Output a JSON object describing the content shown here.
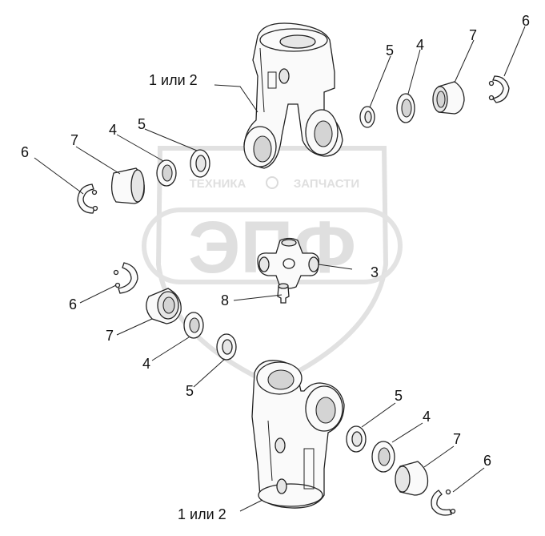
{
  "watermark": {
    "top_left": "ТЕХНИКА",
    "top_right": "ЗАПЧАСТИ",
    "main": "ЭПФ"
  },
  "callouts": [
    {
      "id": "yoke-top",
      "text": "1 или 2"
    },
    {
      "id": "ring-tr",
      "text": "6"
    },
    {
      "id": "bearing-tr",
      "text": "7"
    },
    {
      "id": "seal-tr",
      "text": "4"
    },
    {
      "id": "washer-tr",
      "text": "5"
    },
    {
      "id": "ring-tl",
      "text": "6"
    },
    {
      "id": "bearing-tl",
      "text": "7"
    },
    {
      "id": "seal-tl",
      "text": "4"
    },
    {
      "id": "washer-tl",
      "text": "5"
    },
    {
      "id": "cross",
      "text": "3"
    },
    {
      "id": "grease",
      "text": "8"
    },
    {
      "id": "ring-ml",
      "text": "6"
    },
    {
      "id": "bearing-ml",
      "text": "7"
    },
    {
      "id": "seal-ml",
      "text": "4"
    },
    {
      "id": "washer-ml",
      "text": "5"
    },
    {
      "id": "washer-br",
      "text": "5"
    },
    {
      "id": "seal-br",
      "text": "4"
    },
    {
      "id": "bearing-br",
      "text": "7"
    },
    {
      "id": "ring-br",
      "text": "6"
    },
    {
      "id": "yoke-bottom",
      "text": "1 или 2"
    }
  ]
}
